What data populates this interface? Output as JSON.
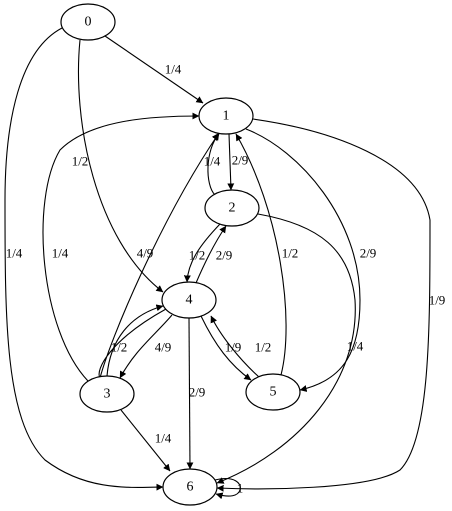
{
  "graph": {
    "nodes": [
      {
        "id": "0",
        "label": "0"
      },
      {
        "id": "1",
        "label": "1"
      },
      {
        "id": "2",
        "label": "2"
      },
      {
        "id": "3",
        "label": "3"
      },
      {
        "id": "4",
        "label": "4"
      },
      {
        "id": "5",
        "label": "5"
      },
      {
        "id": "6",
        "label": "6"
      }
    ],
    "edges": [
      {
        "from": "0",
        "to": "1",
        "label": "1/4"
      },
      {
        "from": "0",
        "to": "4",
        "label": "1/2"
      },
      {
        "from": "0",
        "to": "6",
        "label": "1/4"
      },
      {
        "from": "1",
        "to": "2",
        "label": "2/9"
      },
      {
        "from": "1",
        "to": "5",
        "label": "2/9"
      },
      {
        "from": "1",
        "to": "6",
        "label": "1/9"
      },
      {
        "from": "2",
        "to": "1",
        "label": "1/4"
      },
      {
        "from": "2",
        "to": "4",
        "label": "1/2"
      },
      {
        "from": "2",
        "to": "6",
        "label": "1/4"
      },
      {
        "from": "3",
        "to": "1",
        "label": "1/4"
      },
      {
        "from": "3",
        "to": "4",
        "label": "1/2"
      },
      {
        "from": "3",
        "to": "6",
        "label": "1/4"
      },
      {
        "from": "4",
        "to": "1",
        "label": "4/9"
      },
      {
        "from": "4",
        "to": "2",
        "label": "2/9"
      },
      {
        "from": "4",
        "to": "3",
        "label": "4/9"
      },
      {
        "from": "4",
        "to": "5",
        "label": "1/9"
      },
      {
        "from": "4",
        "to": "6",
        "label": "2/9"
      },
      {
        "from": "5",
        "to": "1",
        "label": "1/2"
      },
      {
        "from": "5",
        "to": "4",
        "label": "1/2"
      },
      {
        "from": "6",
        "to": "6",
        "label": "1"
      }
    ]
  }
}
